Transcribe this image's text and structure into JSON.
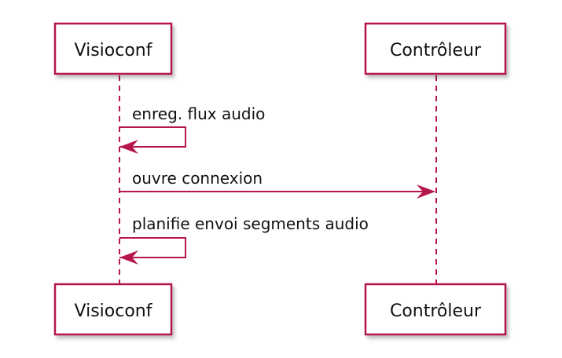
{
  "diagram": {
    "type": "sequence",
    "participants": [
      {
        "id": "visioconf",
        "label": "Visioconf"
      },
      {
        "id": "controleur",
        "label": "Contrôleur"
      }
    ],
    "messages": [
      {
        "from": "visioconf",
        "to": "visioconf",
        "label": "enreg. flux audio"
      },
      {
        "from": "visioconf",
        "to": "controleur",
        "label": "ouvre connexion"
      },
      {
        "from": "visioconf",
        "to": "visioconf",
        "label": "planifie envoi segments audio"
      }
    ]
  },
  "colors": {
    "line": "#b5174a",
    "box_border": "#b5174a",
    "box_fill": "#ffffff",
    "shadow": "#d0d0d0",
    "text": "#111111"
  }
}
